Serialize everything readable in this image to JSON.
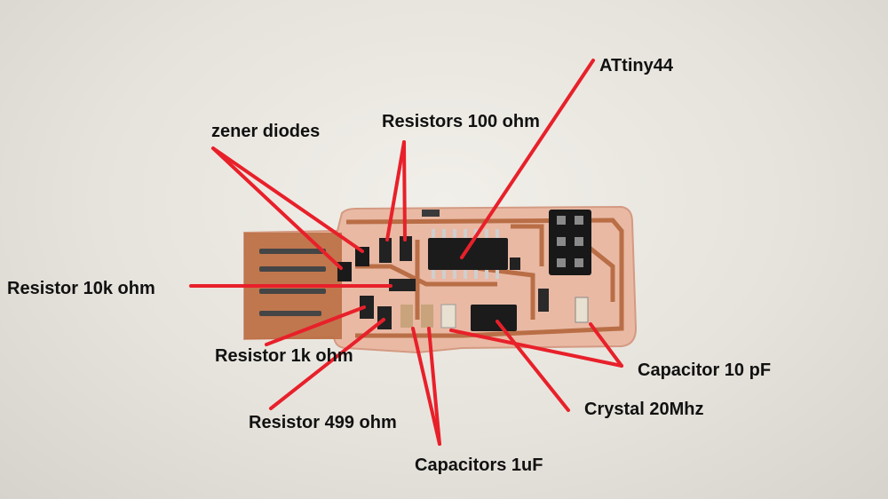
{
  "photo": {
    "subject": "usb-programmer-pcb-photo"
  },
  "annotations": {
    "attiny": "ATtiny44",
    "resistors_100": "Resistors 100 ohm",
    "zener": "zener diodes",
    "resistor_10k": "Resistor 10k ohm",
    "resistor_1k": "Resistor 1k ohm",
    "resistor_499": "Resistor 499 ohm",
    "capacitors_1uf": "Capacitors 1uF",
    "crystal": "Crystal 20Mhz",
    "capacitor_10pf": "Capacitor 10 pF"
  },
  "colors": {
    "arrow": "#e8202a",
    "board": "#e9b9a4",
    "copper": "#b4663c",
    "background": "#e6e3dc"
  }
}
